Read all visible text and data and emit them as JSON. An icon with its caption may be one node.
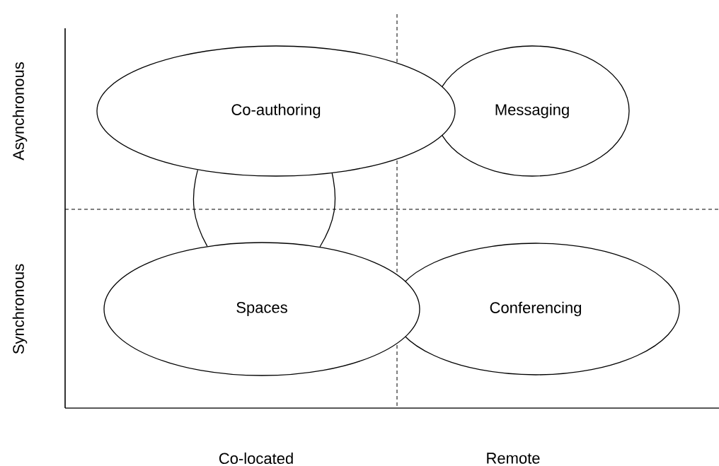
{
  "diagram": {
    "nodes": [
      {
        "text": [
          "Co-authoring"
        ]
      },
      {
        "text": [
          "Messaging"
        ]
      },
      {
        "text": [
          "Spaces"
        ]
      },
      {
        "text": [
          "Conferencing"
        ]
      }
    ],
    "edges": [
      {
        "from": 0,
        "to": 2,
        "arrow": "none"
      },
      {
        "from": 0,
        "to": 2,
        "arrow": "none"
      }
    ],
    "labels": [
      "Asynchronous",
      "Synchronous",
      "Co-located",
      "Remote"
    ]
  }
}
